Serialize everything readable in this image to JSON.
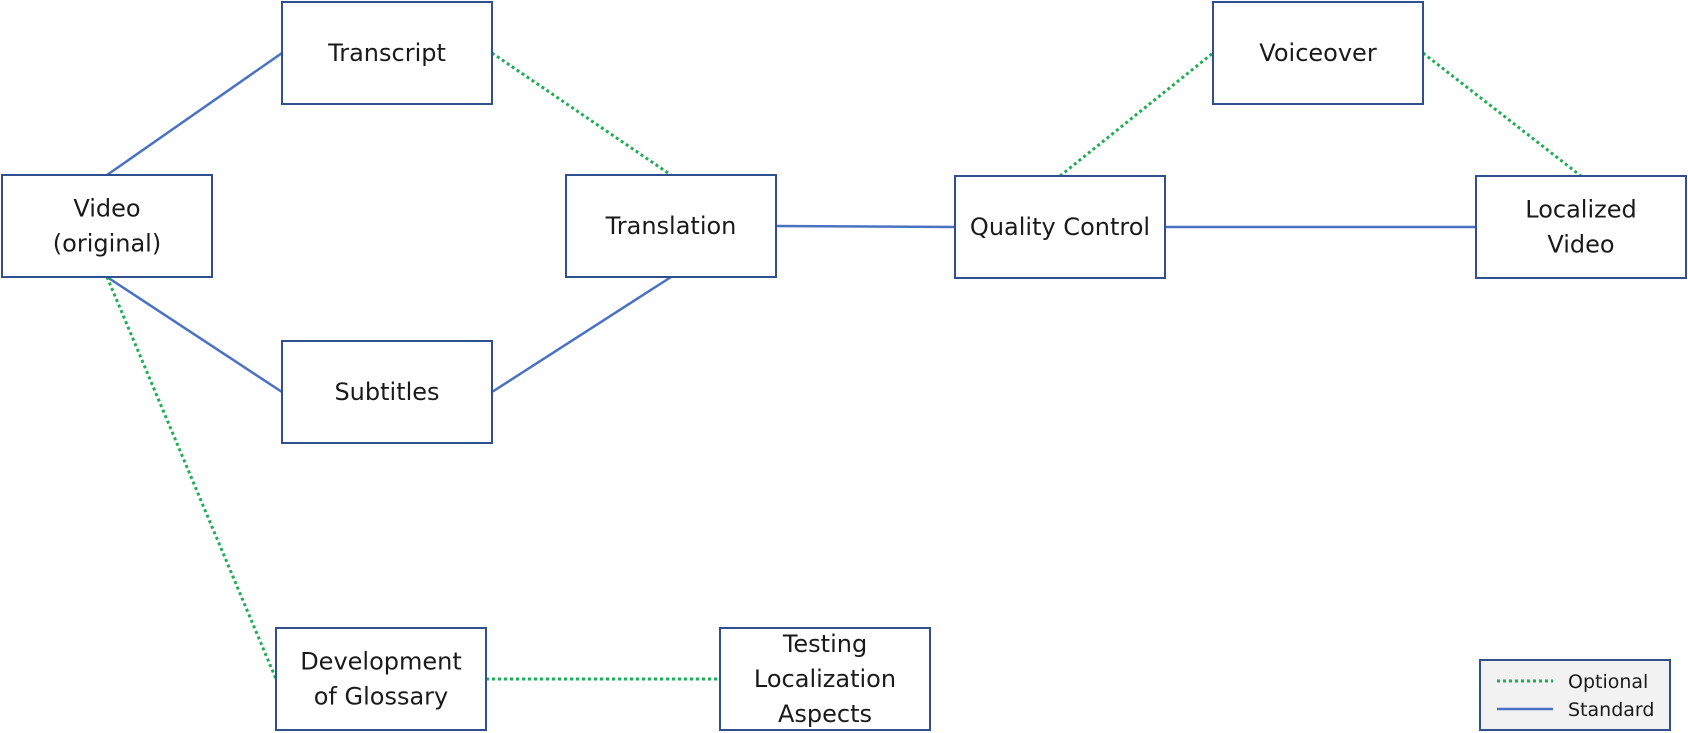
{
  "nodes": [
    {
      "id": "video",
      "lines": [
        "Video",
        "(original)"
      ]
    },
    {
      "id": "transcript",
      "lines": [
        "Transcript"
      ]
    },
    {
      "id": "subtitles",
      "lines": [
        "Subtitles"
      ]
    },
    {
      "id": "translation",
      "lines": [
        "Translation"
      ]
    },
    {
      "id": "quality",
      "lines": [
        "Quality Control"
      ]
    },
    {
      "id": "voiceover",
      "lines": [
        "Voiceover"
      ]
    },
    {
      "id": "localized",
      "lines": [
        "Localized",
        "Video"
      ]
    },
    {
      "id": "glossary",
      "lines": [
        "Development",
        "of Glossary"
      ]
    },
    {
      "id": "testing",
      "lines": [
        "Testing",
        "Localization",
        "Aspects"
      ]
    }
  ],
  "edges": [
    {
      "from": "video",
      "to": "transcript",
      "style": "standard"
    },
    {
      "from": "video",
      "to": "subtitles",
      "style": "standard"
    },
    {
      "from": "transcript",
      "to": "translation",
      "style": "optional"
    },
    {
      "from": "subtitles",
      "to": "translation",
      "style": "standard"
    },
    {
      "from": "translation",
      "to": "quality",
      "style": "standard"
    },
    {
      "from": "quality",
      "to": "voiceover",
      "style": "optional"
    },
    {
      "from": "voiceover",
      "to": "localized",
      "style": "optional"
    },
    {
      "from": "quality",
      "to": "localized",
      "style": "standard"
    },
    {
      "from": "video",
      "to": "glossary",
      "style": "optional"
    },
    {
      "from": "glossary",
      "to": "testing",
      "style": "optional"
    }
  ],
  "legend": {
    "optional_label": "Optional",
    "standard_label": "Standard"
  },
  "colors": {
    "standard": "#4a72c2",
    "optional": "#1fad56",
    "box_stroke": "#2f4f8f"
  }
}
